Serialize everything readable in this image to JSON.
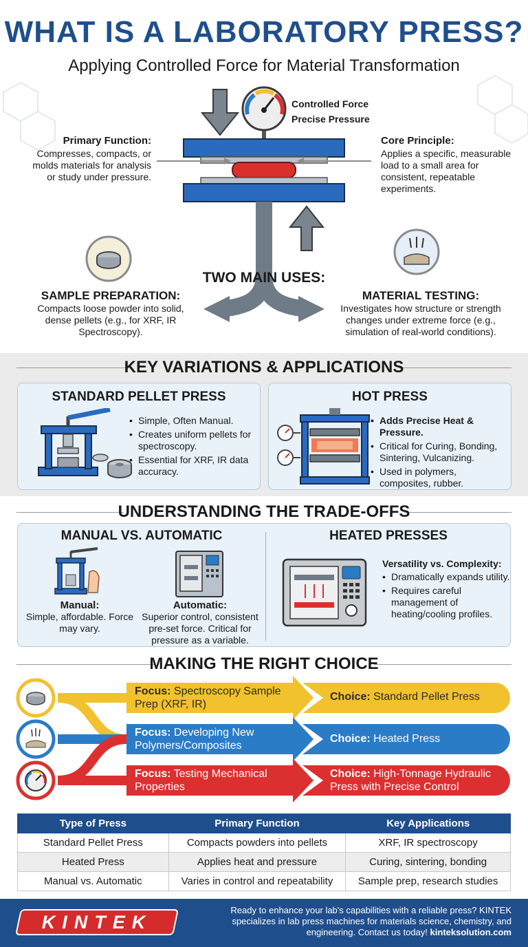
{
  "header": {
    "title": "WHAT IS A LABORATORY PRESS?",
    "subtitle": "Applying Controlled Force for Material Transformation"
  },
  "hero": {
    "gauge_label_1": "Controlled Force",
    "gauge_label_2": "Precise Pressure",
    "primary_function": {
      "title": "Primary Function:",
      "text": "Compresses, compacts, or molds materials for analysis or study under pressure."
    },
    "core_principle": {
      "title": "Core Principle:",
      "text": "Applies a specific, measurable load to a small area for consistent, repeatable experiments."
    },
    "uses_title": "TWO MAIN USES:",
    "sample_prep": {
      "title": "SAMPLE PREPARATION:",
      "text": "Compacts loose powder into solid, dense pellets (e.g., for XRF, IR Spectroscopy)."
    },
    "material_testing": {
      "title": "MATERIAL TESTING:",
      "text": "Investigates how structure or strength changes under extreme force (e.g., simulation of real-world conditions)."
    }
  },
  "variations": {
    "title": "KEY VARIATIONS & APPLICATIONS",
    "standard": {
      "title": "STANDARD PELLET PRESS",
      "bullets": [
        "Simple, Often Manual.",
        "Creates uniform pellets for spectroscopy.",
        "Essential for XRF, IR data accuracy."
      ]
    },
    "hot": {
      "title": "HOT PRESS",
      "bullets": [
        "Adds Precise Heat & Pressure.",
        "Critical for Curing, Bonding, Sintering, Vulcanizing.",
        "Used in polymers, composites, rubber."
      ]
    }
  },
  "tradeoffs": {
    "title": "UNDERSTANDING THE TRADE-OFFS",
    "manual_auto": {
      "title": "MANUAL VS. AUTOMATIC",
      "manual_title": "Manual:",
      "manual_text": "Simple, affordable. Force may vary.",
      "auto_title": "Automatic:",
      "auto_text": "Superior control, consistent pre-set force. Critical for pressure as a variable."
    },
    "heated": {
      "title": "HEATED PRESSES",
      "sub_title": "Versatility vs. Complexity:",
      "bullets": [
        "Dramatically expands utility.",
        "Requires careful management of heating/cooling profiles."
      ]
    }
  },
  "choice": {
    "title": "MAKING THE RIGHT CHOICE",
    "focus_label": "Focus:",
    "choice_label": "Choice:",
    "rows": [
      {
        "focus": "Spectroscopy Sample Prep (XRF, IR)",
        "choice": "Standard Pellet Press",
        "color": "#f2c12e"
      },
      {
        "focus": "Developing New Polymers/Composites",
        "choice": "Heated Press",
        "color": "#2a7cc7"
      },
      {
        "focus": "Testing Mechanical Properties",
        "choice": "High-Tonnage Hydraulic Press with Precise Control",
        "color": "#dc3030"
      }
    ]
  },
  "table": {
    "headers": [
      "Type of Press",
      "Primary Function",
      "Key Applications"
    ],
    "rows": [
      [
        "Standard Pellet Press",
        "Compacts powders into pellets",
        "XRF, IR spectroscopy"
      ],
      [
        "Heated Press",
        "Applies heat and pressure",
        "Curing, sintering, bonding"
      ],
      [
        "Manual vs. Automatic",
        "Varies in control and repeatability",
        "Sample prep, research studies"
      ]
    ]
  },
  "footer": {
    "logo": "KINTEK",
    "text": "Ready to enhance your lab's capabilities with a reliable press? KINTEK specializes in lab press machines for materials science, chemistry, and engineering. Contact us today!",
    "link": "kinteksolution.com"
  }
}
